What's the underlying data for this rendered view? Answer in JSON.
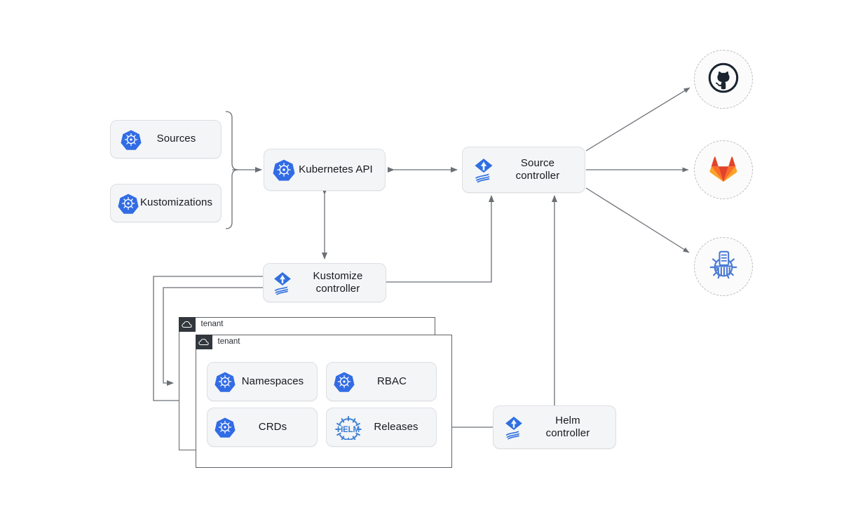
{
  "diagram": {
    "title": "Flux GitOps Toolkit architecture",
    "background": "#ffffff",
    "edge_color": "#6b7076",
    "node_fill": "#f4f5f7",
    "node_border": "#dcdfe4",
    "tenant_border": "#5f6368",
    "tenant_badge_fill": "#32373d",
    "k8s_blue": "#326ce5",
    "flux_blue": "#2f6fe0",
    "helm_blue": "#3c7fd4",
    "github_dark": "#1b2430",
    "gitlab_orange": "#e24329",
    "gitlab_orange_mid": "#fc6d26",
    "gitlab_orange_light": "#fca326"
  },
  "custom_resources": [
    {
      "id": "sources",
      "label": "Sources",
      "icon": "kubernetes-icon"
    },
    {
      "id": "kustomizations",
      "label": "Kustomizations",
      "icon": "kubernetes-icon"
    }
  ],
  "core": [
    {
      "id": "kubernetes-api",
      "label": "Kubernetes API",
      "icon": "kubernetes-icon"
    },
    {
      "id": "source-controller",
      "label": "Source\ncontroller",
      "icon": "flux-icon"
    },
    {
      "id": "kustomize-controller",
      "label": "Kustomize\ncontroller",
      "icon": "flux-icon"
    },
    {
      "id": "helm-controller",
      "label": "Helm\ncontroller",
      "icon": "flux-icon"
    }
  ],
  "tenants": [
    {
      "id": "tenant-outer",
      "label": "tenant",
      "icon": "cloud-icon"
    },
    {
      "id": "tenant-inner",
      "label": "tenant",
      "icon": "cloud-icon"
    }
  ],
  "tenant_resources": [
    {
      "id": "namespaces",
      "label": "Namespaces",
      "icon": "kubernetes-icon"
    },
    {
      "id": "rbac",
      "label": "RBAC",
      "icon": "kubernetes-icon"
    },
    {
      "id": "crds",
      "label": "CRDs",
      "icon": "kubernetes-icon"
    },
    {
      "id": "releases",
      "label": "Releases",
      "icon": "helm-icon"
    }
  ],
  "providers": [
    {
      "id": "github",
      "name": "GitHub",
      "icon": "github-icon"
    },
    {
      "id": "gitlab",
      "name": "GitLab",
      "icon": "gitlab-icon"
    },
    {
      "id": "registry",
      "name": "Helm registry",
      "icon": "helm-chart-registry-icon"
    }
  ],
  "edges": [
    {
      "from": "custom-resources-bracket",
      "to": "kubernetes-api",
      "arrow": "single"
    },
    {
      "from": "kubernetes-api",
      "to": "source-controller",
      "arrow": "double"
    },
    {
      "from": "kubernetes-api",
      "to": "kustomize-controller",
      "arrow": "double"
    },
    {
      "from": "kustomize-controller",
      "to": "source-controller",
      "arrow": "single"
    },
    {
      "from": "helm-controller",
      "to": "source-controller",
      "arrow": "single"
    },
    {
      "from": "kustomize-controller",
      "to": "tenant-outer",
      "arrow": "single"
    },
    {
      "from": "kustomize-controller",
      "to": "tenant-inner",
      "arrow": "single"
    },
    {
      "from": "helm-controller",
      "to": "releases",
      "arrow": "single"
    },
    {
      "from": "source-controller",
      "to": "github",
      "arrow": "single"
    },
    {
      "from": "source-controller",
      "to": "gitlab",
      "arrow": "single"
    },
    {
      "from": "source-controller",
      "to": "registry",
      "arrow": "single"
    }
  ]
}
